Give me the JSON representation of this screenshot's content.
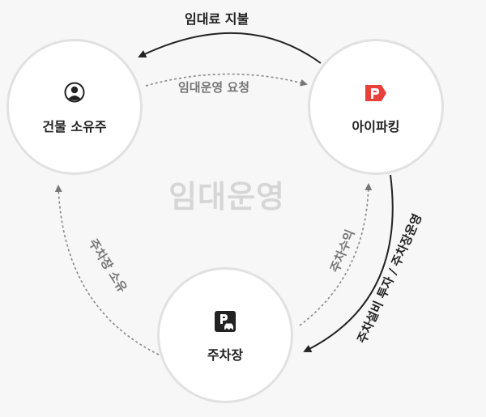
{
  "center_label": "임대운영",
  "nodes": {
    "owner": {
      "label": "건물 소유주",
      "icon": "person-icon"
    },
    "iparking": {
      "label": "아이파킹",
      "icon": "iparking-logo-icon"
    },
    "lot": {
      "label": "주차장",
      "icon": "parking-car-icon"
    }
  },
  "edges": {
    "rent_payment": "임대료 지불",
    "lease_request": "임대운영 요청",
    "ownership": "주차장 소유",
    "revenue": "주차수익",
    "investment": "주차설비 투자 / 주차장운영"
  },
  "colors": {
    "background": "#f7f7f7",
    "solid_arrow": "#222222",
    "dashed_arrow": "#777777",
    "center_text": "#d6d6d6",
    "brand": "#e8413c",
    "node_border": "#e1e1e1"
  }
}
